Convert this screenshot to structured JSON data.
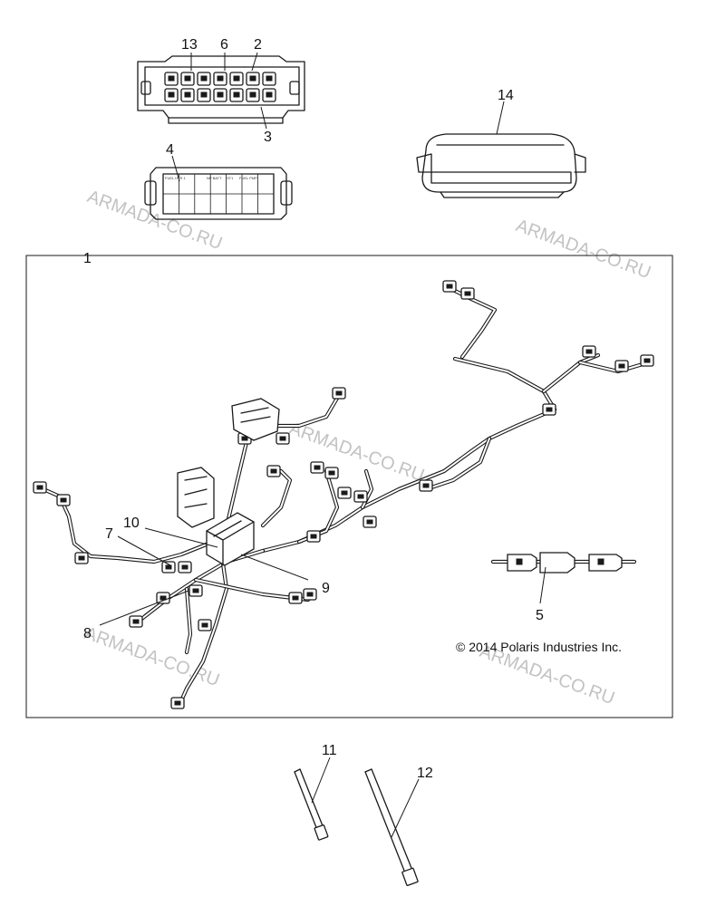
{
  "callouts": {
    "c1": "1",
    "c2": "2",
    "c3": "3",
    "c4": "4",
    "c5": "5",
    "c6": "6",
    "c7": "7",
    "c8": "8",
    "c9": "9",
    "c10": "10",
    "c11": "11",
    "c12": "12",
    "c13": "13",
    "c14": "14"
  },
  "copyright": "© 2014 Polaris Industries Inc.",
  "watermark": "ARMADA-CO.RU"
}
